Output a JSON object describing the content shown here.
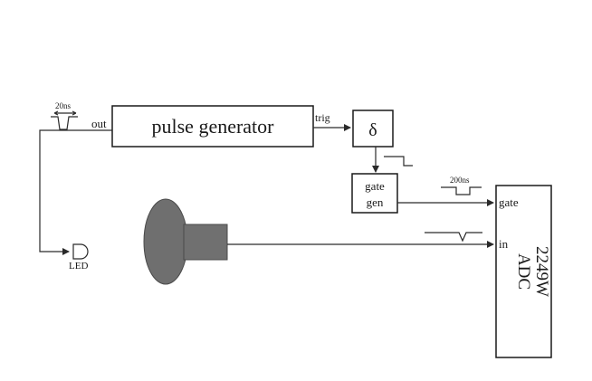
{
  "diagram": {
    "pulse_generator": {
      "label": "pulse generator",
      "out_label": "out",
      "trig_label": "trig"
    },
    "delay": {
      "label": "δ"
    },
    "gate_generator": {
      "label_line1": "gate",
      "label_line2": "gen"
    },
    "adc": {
      "label_line1": "2249W",
      "label_line2": "ADC",
      "gate_input": "gate",
      "in_input": "in"
    },
    "led": {
      "label": "LED"
    },
    "annotations": {
      "pulse_width": "20ns",
      "gate_width": "200ns"
    }
  }
}
